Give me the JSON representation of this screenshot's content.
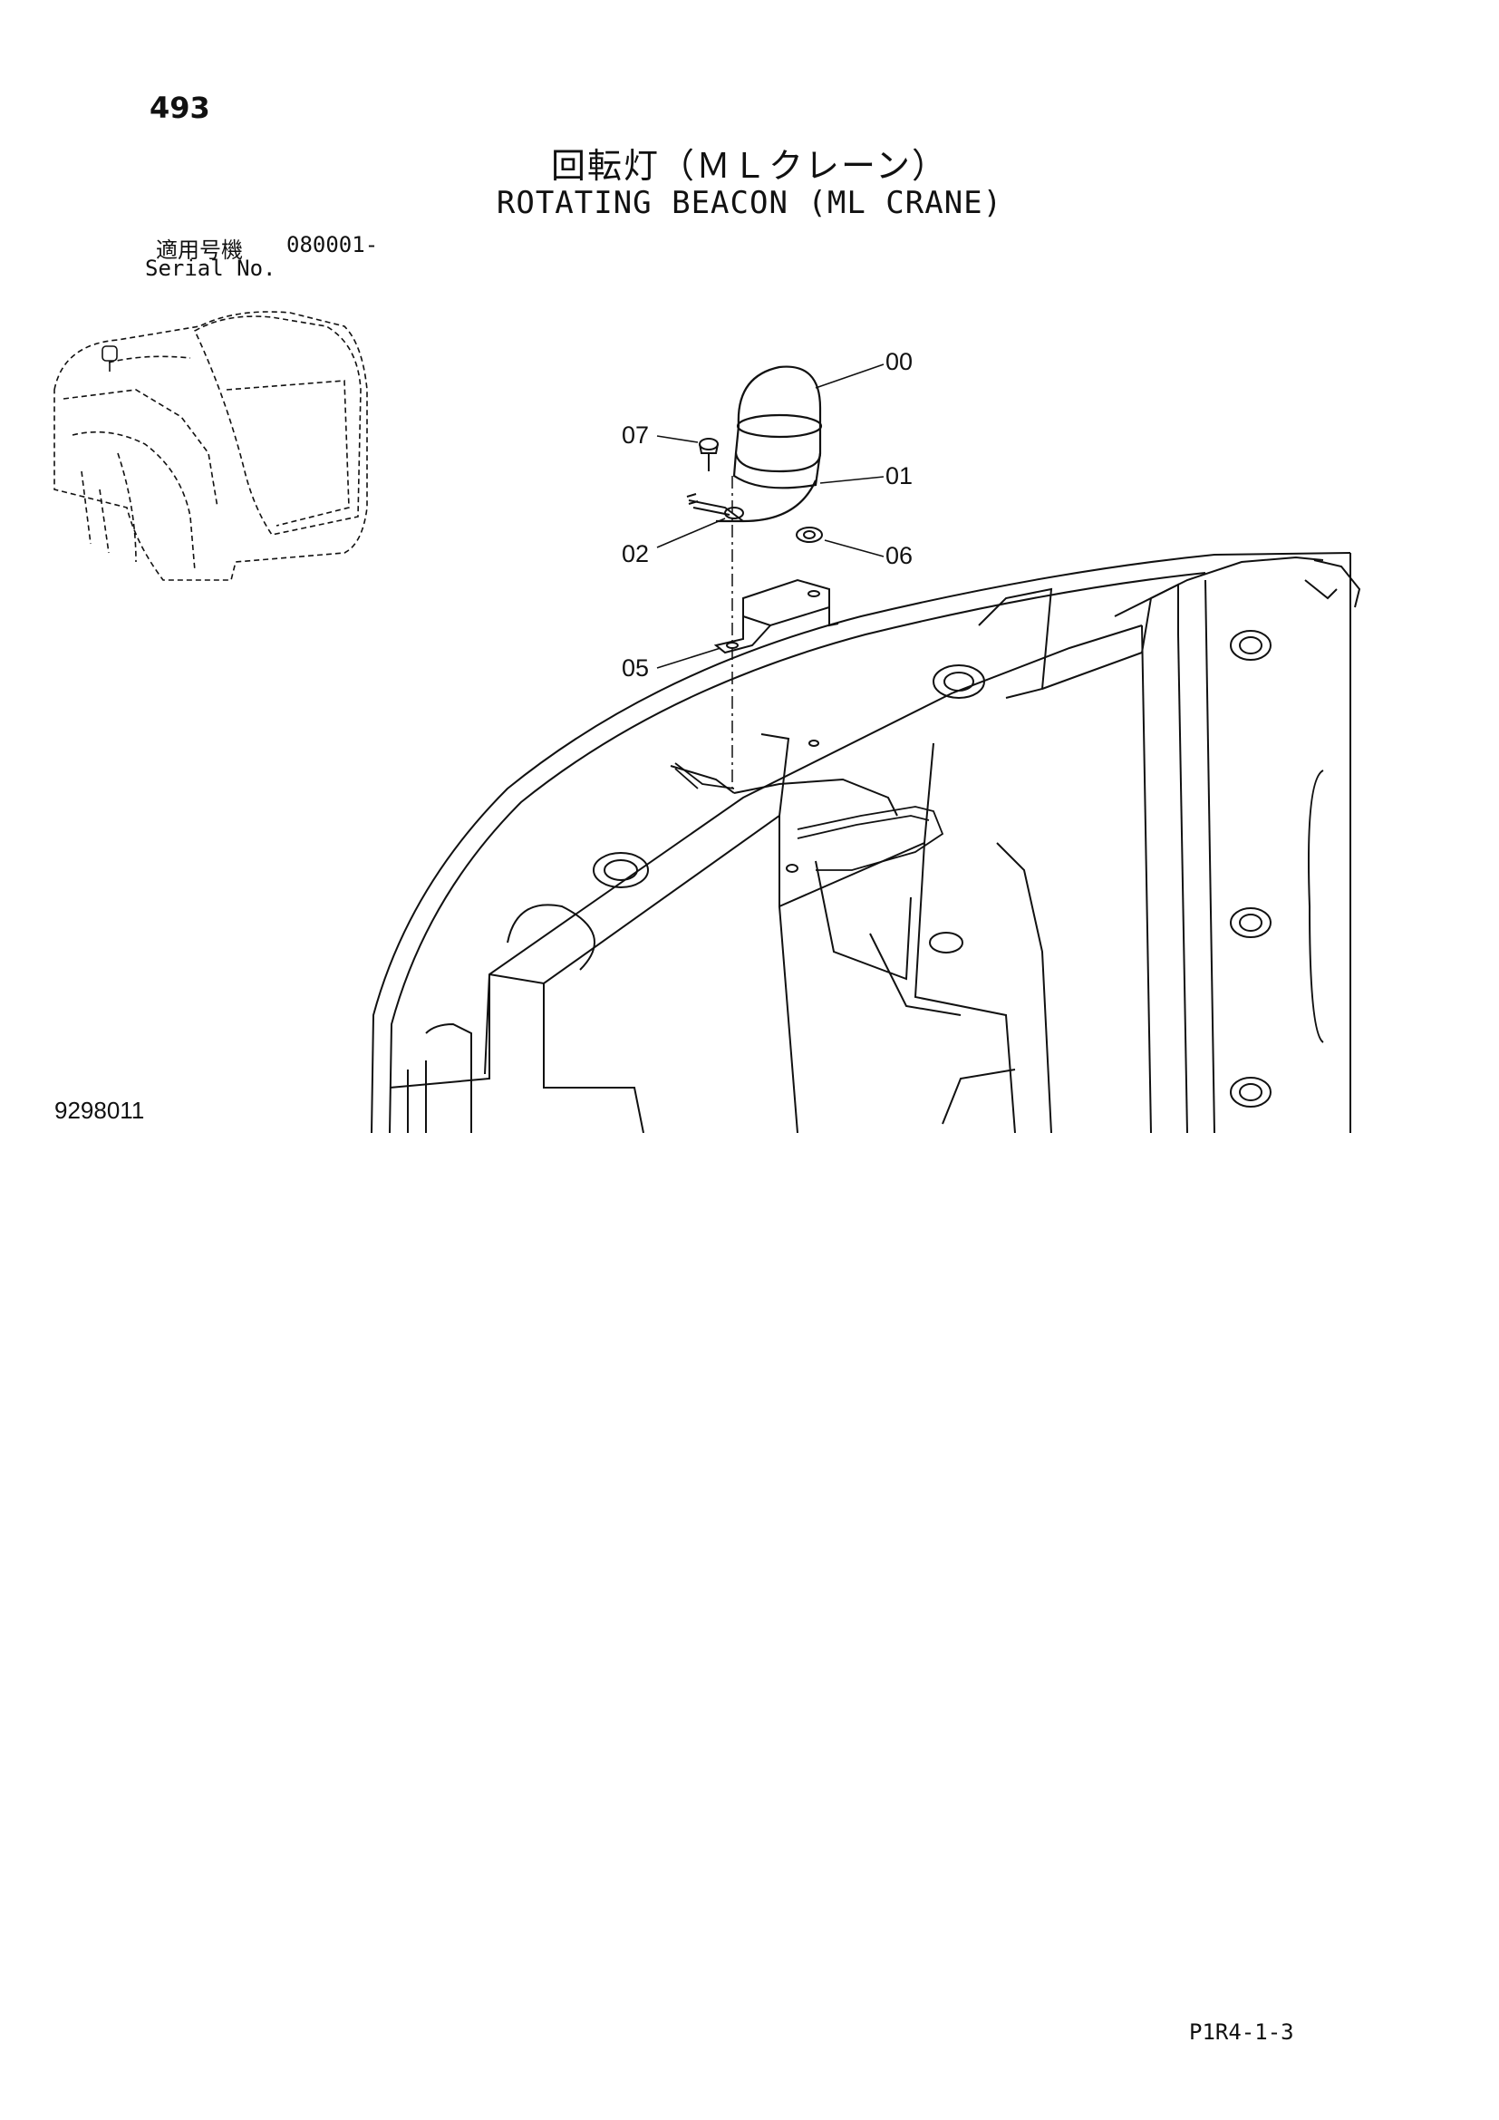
{
  "header": {
    "page_number": "493",
    "title_jp": "回転灯（ＭＬクレーン）",
    "title_en": "ROTATING BEACON (ML CRANE)"
  },
  "serial": {
    "label_jp": "適用号機",
    "value": "080001-",
    "label_en": "Serial No."
  },
  "callouts": [
    "00",
    "07",
    "01",
    "02",
    "06",
    "05"
  ],
  "figure_number": "9298011",
  "footer": {
    "code": "P1R4-1-3"
  },
  "colors": {
    "ink": "#111111",
    "paper": "#ffffff"
  }
}
